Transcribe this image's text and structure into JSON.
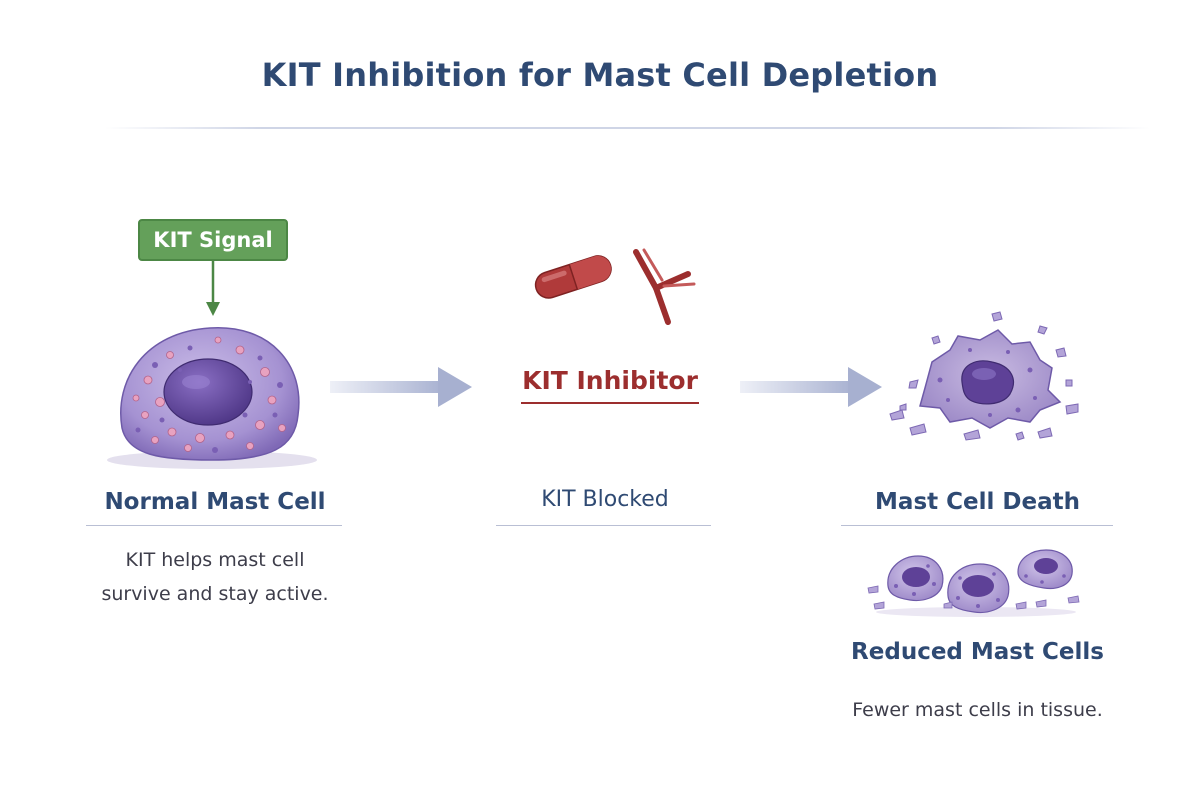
{
  "title": "KIT Inhibition for Mast Cell Depletion",
  "signal_badge": "KIT Signal",
  "normal_cell": {
    "heading": "Normal Mast Cell",
    "description_line1": "KIT helps mast cell",
    "description_line2": "survive and stay active."
  },
  "inhibitor": {
    "label": "KIT Inhibitor",
    "status": "KIT Blocked"
  },
  "outcome": {
    "death_heading": "Mast Cell Death",
    "reduced_heading": "Reduced Mast Cells",
    "description": "Fewer mast cells in tissue."
  },
  "colors": {
    "title": "#2f4a73",
    "signal_green": "#64a05a",
    "inhibitor_red": "#9c2e2e",
    "cell_purple": "#a08ccc",
    "nucleus": "#5e4197",
    "arrow": "#c4cbe0"
  }
}
